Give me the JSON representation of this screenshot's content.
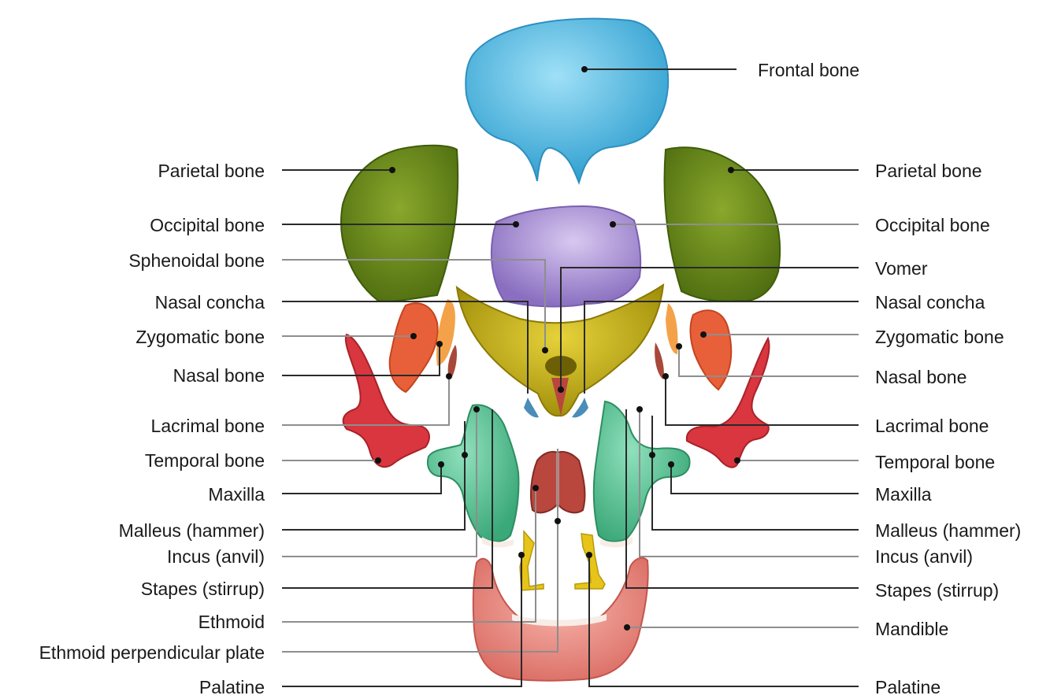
{
  "labels": {
    "frontal": "Frontal bone",
    "left": {
      "parietal": "Parietal bone",
      "occipital": "Occipital bone",
      "sphenoidal": "Sphenoidal bone",
      "nasal_concha": "Nasal concha",
      "zygomatic": "Zygomatic bone",
      "nasal_bone": "Nasal bone",
      "lacrimal": "Lacrimal bone",
      "temporal": "Temporal bone",
      "maxilla": "Maxilla",
      "malleus": "Malleus (hammer)",
      "incus": "Incus (anvil)",
      "stapes": "Stapes (stirrup)",
      "ethmoid": "Ethmoid",
      "ethmoid_plate": "Ethmoid perpendicular plate",
      "palatine": "Palatine"
    },
    "right": {
      "parietal": "Parietal bone",
      "occipital": "Occipital bone",
      "vomer": "Vomer",
      "nasal_concha": "Nasal concha",
      "zygomatic": "Zygomatic bone",
      "nasal_bone": "Nasal bone",
      "lacrimal": "Lacrimal bone",
      "temporal": "Temporal bone",
      "maxilla": "Maxilla",
      "malleus": "Malleus (hammer)",
      "incus": "Incus (anvil)",
      "stapes": "Stapes (stirrup)",
      "mandible": "Mandible",
      "palatine": "Palatine"
    }
  },
  "colors": {
    "frontal": "#4fb8e0",
    "parietal": "#6e8f1e",
    "occipital": "#a48bd0",
    "sphenoid": "#c9b214",
    "zygomatic": "#e8603a",
    "temporal": "#d9363f",
    "maxilla": "#5ec89a",
    "mandible": "#ee8c84",
    "ethmoid": "#b9473e",
    "ossicles": "#e6c41a",
    "lacrimal": "#c96b55"
  }
}
